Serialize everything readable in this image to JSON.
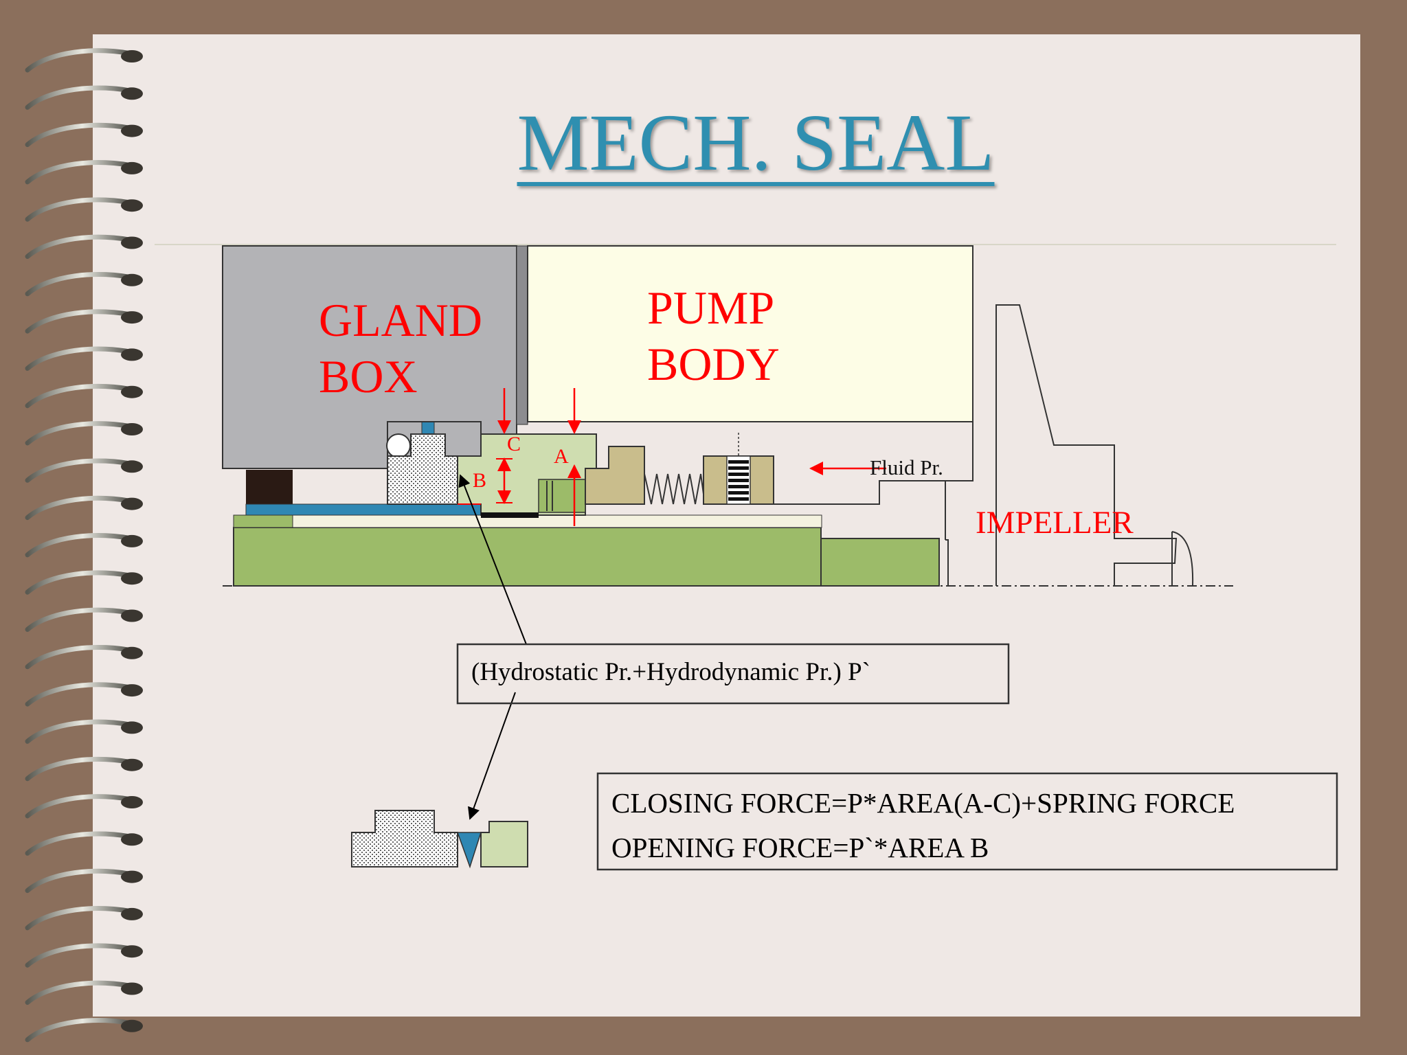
{
  "title": "MECH. SEAL",
  "labels": {
    "gland_box_line1": "GLAND",
    "gland_box_line2": "BOX",
    "pump_body_line1": "PUMP",
    "pump_body_line2": "BODY",
    "impeller": "IMPELLER",
    "fluid_pressure": "Fluid Pr.",
    "area_a": "A",
    "area_b": "B",
    "area_c": "C"
  },
  "pressure_box": "(Hydrostatic Pr.+Hydrodynamic Pr.) P`",
  "force_box": {
    "closing": "CLOSING FORCE=P*AREA(A-C)+SPRING FORCE",
    "opening": "OPENING FORCE=P`*AREA B"
  },
  "colors": {
    "frame": "#8b6f5c",
    "page": "#efe8e5",
    "title": "#2f8fb0",
    "gland": "#b3b3b6",
    "pump_body": "#fdfde6",
    "shaft": "#9cbb69",
    "seal_face": "#cfddb0",
    "seat": "#c9bd8c",
    "sleeve": "#2f87b3",
    "labels": "#ff0000"
  }
}
